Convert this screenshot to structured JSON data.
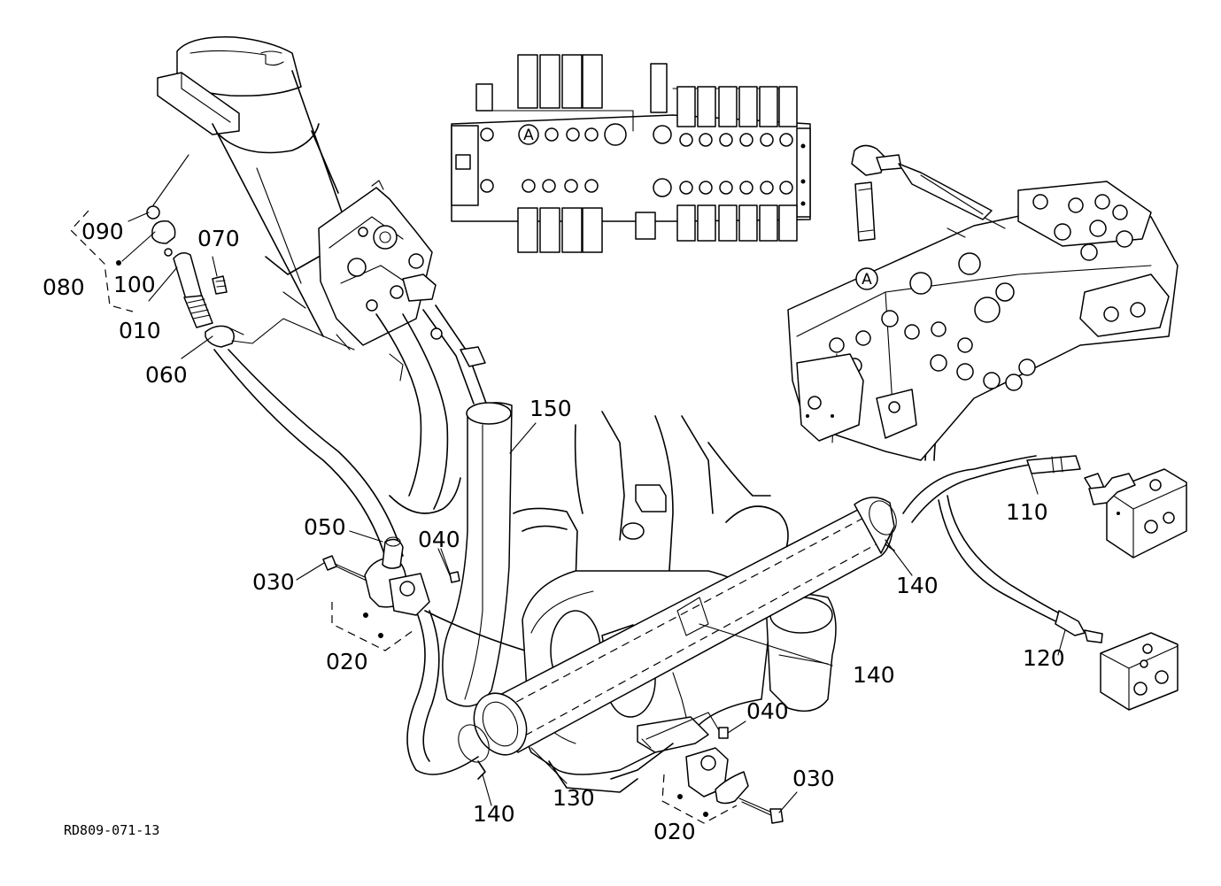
{
  "labels": {
    "p010": "010",
    "p020a": "020",
    "p020b": "020",
    "p030a": "030",
    "p030b": "030",
    "p040a": "040",
    "p040b": "040",
    "p050": "050",
    "p060": "060",
    "p070": "070",
    "p080": "080",
    "p090": "090",
    "p100": "100",
    "p110": "110",
    "p120": "120",
    "p130": "130",
    "p140a": "140",
    "p140b": "140",
    "p140c": "140",
    "p150": "150"
  },
  "detail_markers": {
    "top": "A",
    "side": "A"
  },
  "drawing_ref": "RD809-071-13"
}
